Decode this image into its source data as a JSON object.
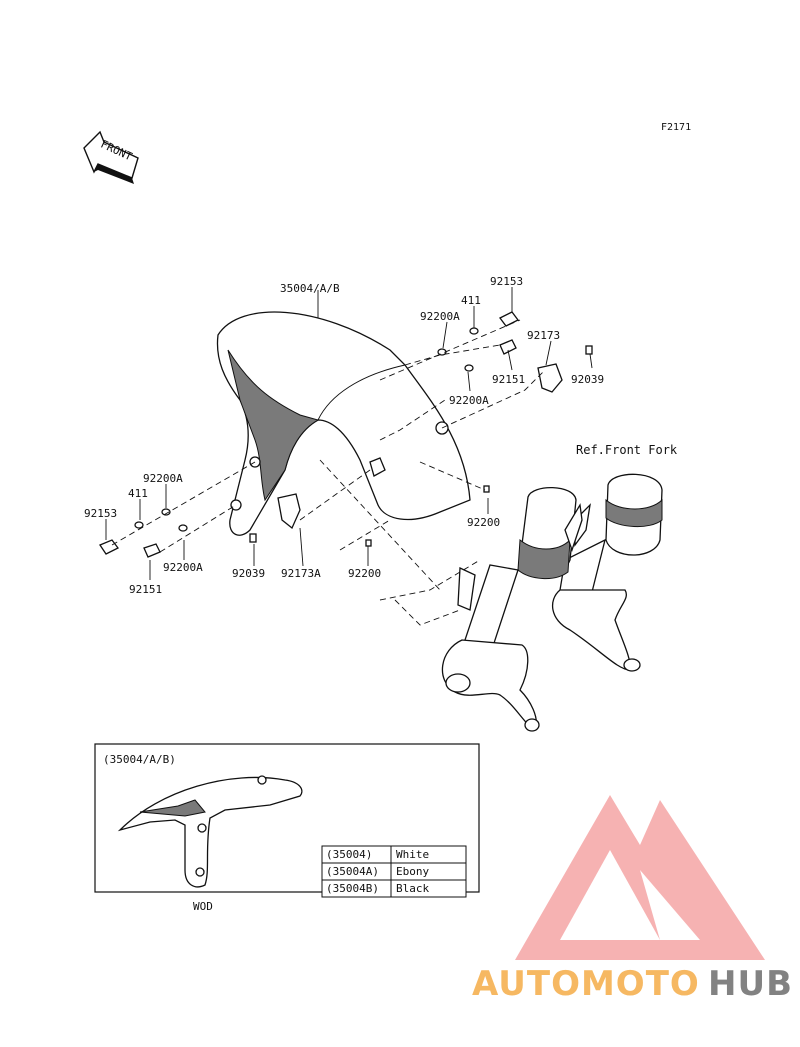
{
  "figure_code": "F2171",
  "front_arrow_label": "FRONT",
  "ref_front_fork": "Ref.Front Fork",
  "callouts": {
    "fender": "35004/A/B",
    "bolt_right_top": "92153",
    "collar_right_top": "411",
    "washer_right_top": "92200A",
    "bracket_right": "92173",
    "bolt_right_mid": "92151",
    "nut_right": "92039",
    "washer_right_mid": "92200A",
    "clip_right": "92200",
    "washer_left_top": "92200A",
    "collar_left": "411",
    "bolt_left_top": "92153",
    "washer_left_bottom": "92200A",
    "bolt_left_bottom": "92151",
    "nut_left": "92039",
    "bracket_left": "92173A",
    "clip_left": "92200"
  },
  "inset": {
    "title": "(35004/A/B)",
    "caption": "WOD"
  },
  "color_table": [
    {
      "code": "(35004)",
      "color": "White"
    },
    {
      "code": "(35004A)",
      "color": "Ebony"
    },
    {
      "code": "(35004B)",
      "color": "Black"
    }
  ],
  "watermark": {
    "part1": "AUTOMOTO",
    "part2": "HUB",
    "color_main": "#f26b6b",
    "color_hub": "#6d6d6d",
    "color_auto": "#f5a73b"
  }
}
